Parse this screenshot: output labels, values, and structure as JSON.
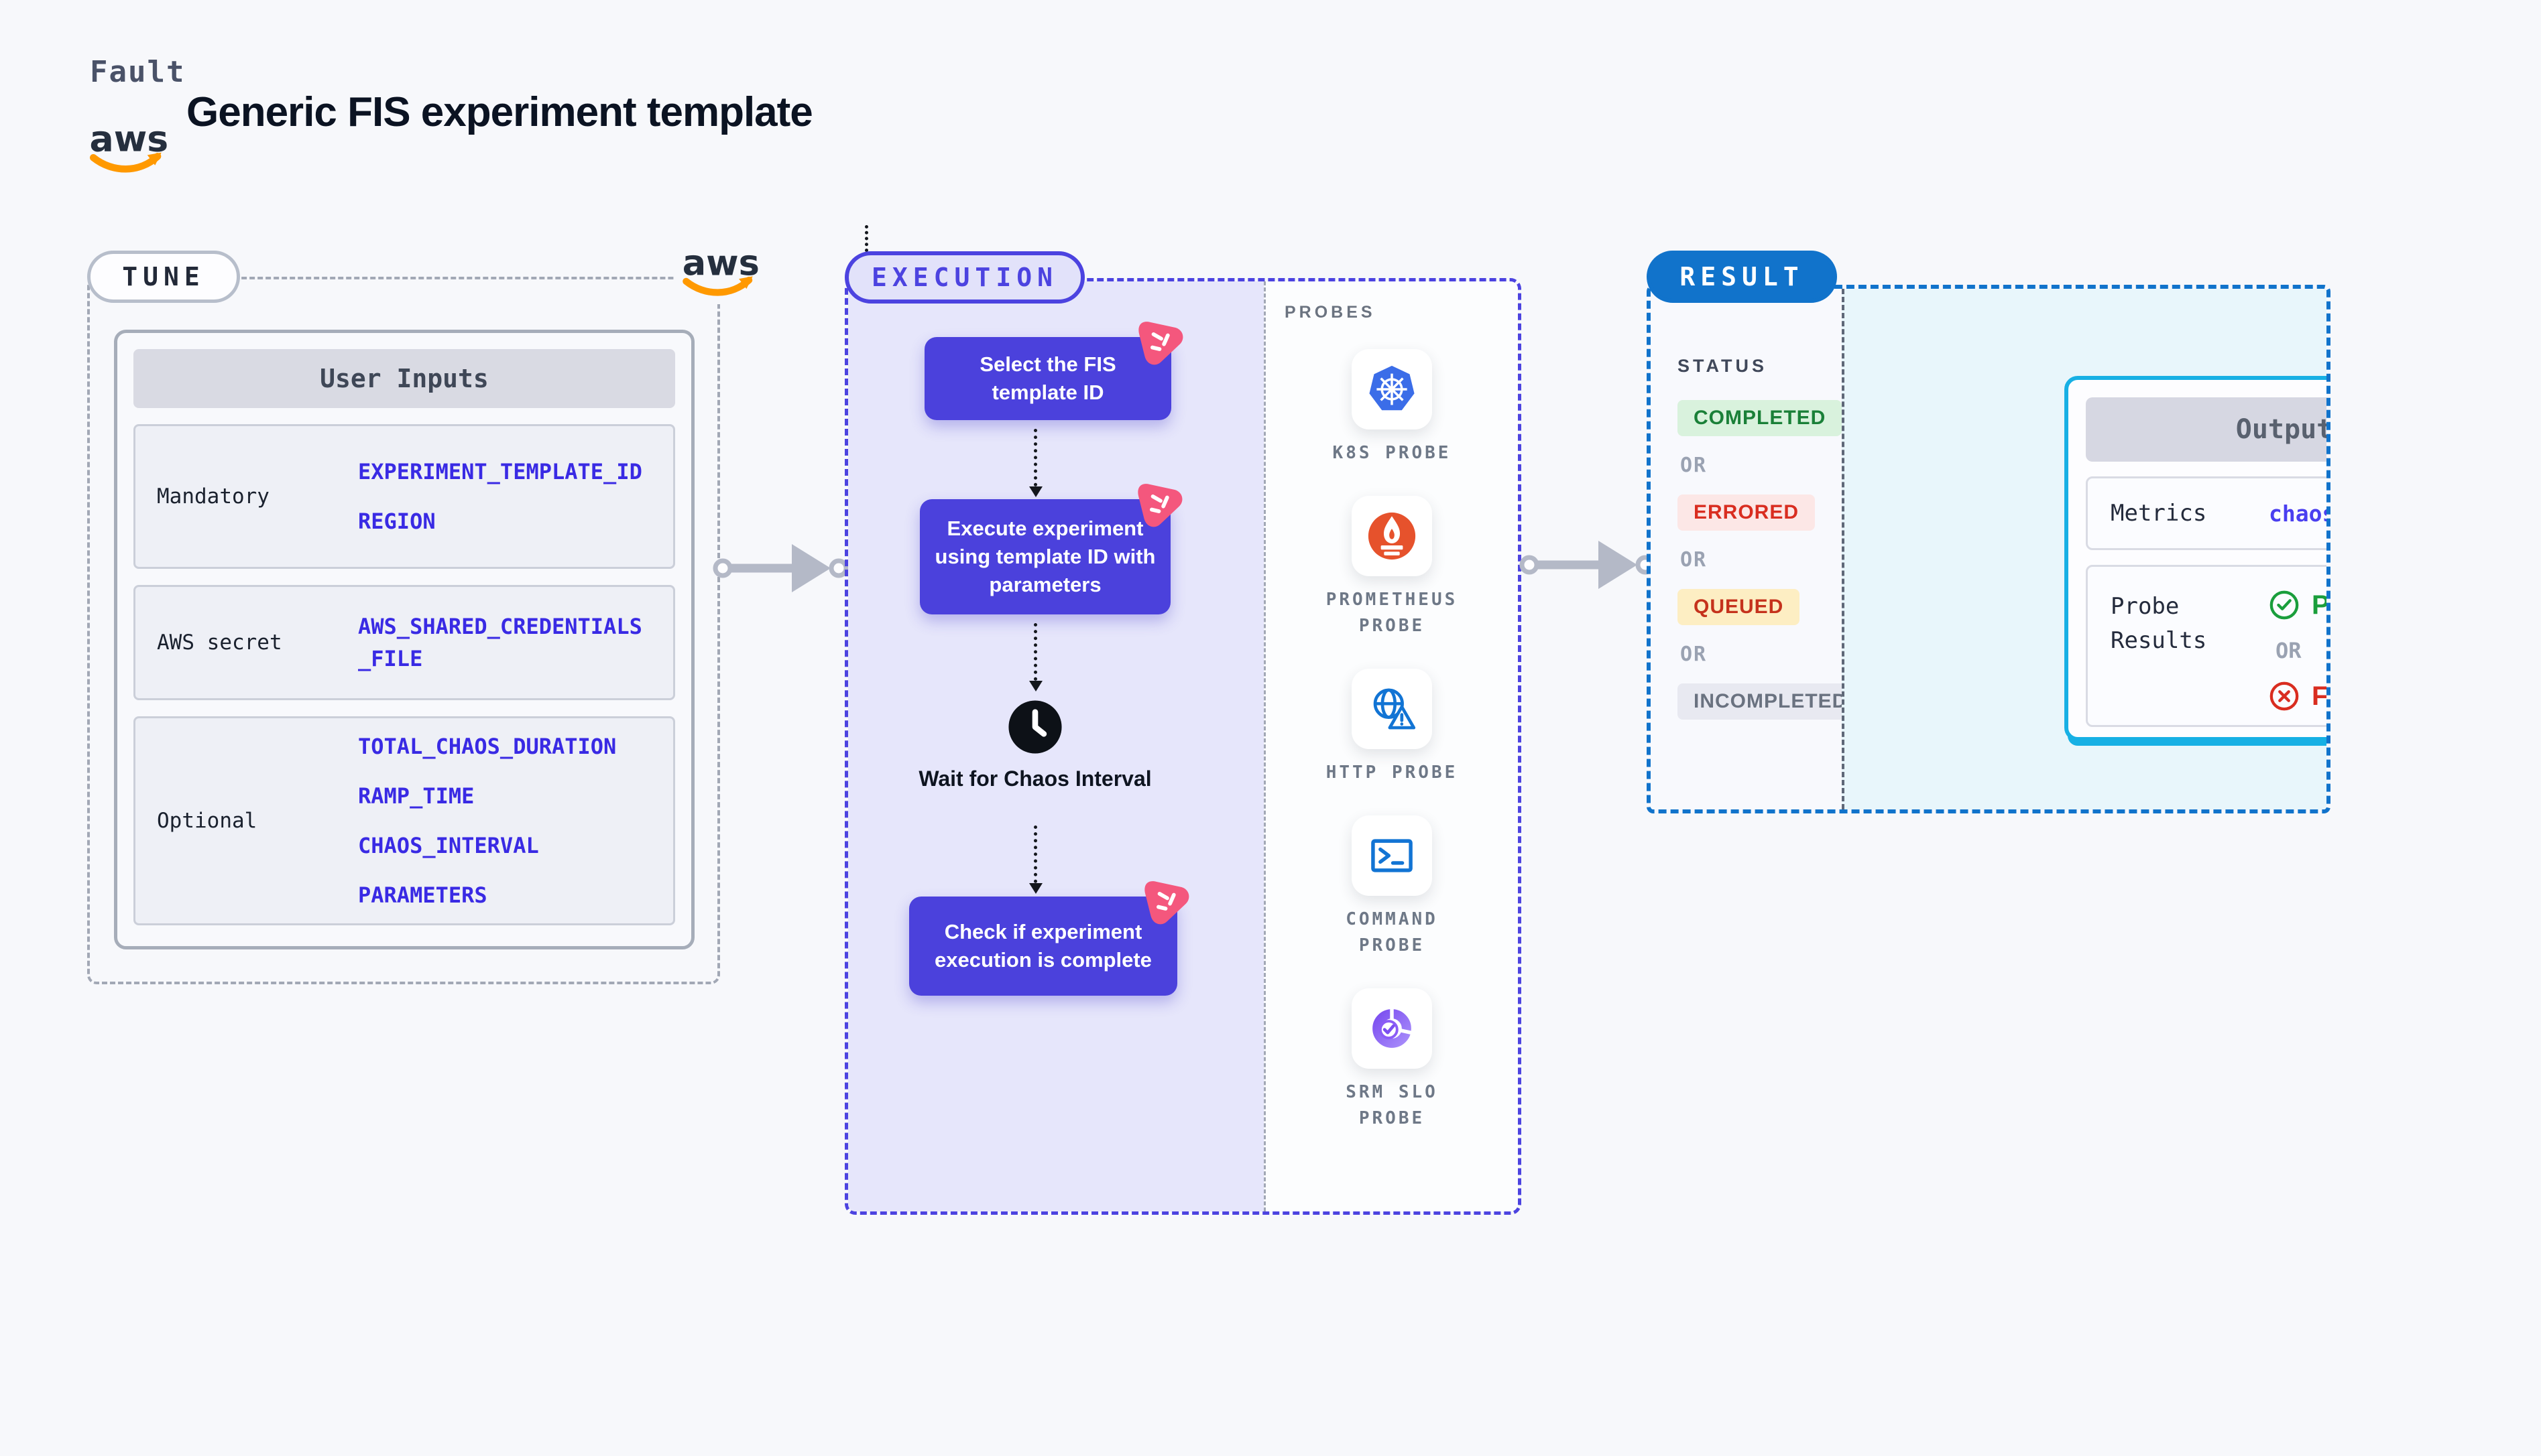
{
  "header": {
    "eyebrow": "Fault",
    "title": "Generic FIS experiment template"
  },
  "aws": {
    "wordmark": "aws"
  },
  "tune": {
    "badge": "TUNE",
    "table": {
      "header": "User Inputs",
      "rows": [
        {
          "label": "Mandatory",
          "values": [
            "EXPERIMENT_TEMPLATE_ID",
            "REGION"
          ]
        },
        {
          "label": "AWS secret",
          "values": [
            "AWS_SHARED_CREDENTIALS",
            "_FILE"
          ]
        },
        {
          "label": "Optional",
          "values": [
            "TOTAL_CHAOS_DURATION",
            "RAMP_TIME",
            "CHAOS_INTERVAL",
            "PARAMETERS"
          ]
        }
      ]
    }
  },
  "execution": {
    "badge": "EXECUTION",
    "steps": {
      "select": "Select the FIS template ID",
      "execute": "Execute experiment using template ID with parameters",
      "wait": "Wait for Chaos Interval",
      "check": "Check if experiment execution is complete"
    },
    "probes": {
      "heading": "PROBES",
      "items": [
        {
          "label": "K8S PROBE",
          "icon": "kubernetes-icon"
        },
        {
          "label": "PROMETHEUS PROBE",
          "icon": "prometheus-icon"
        },
        {
          "label": "HTTP PROBE",
          "icon": "http-globe-icon"
        },
        {
          "label": "COMMAND PROBE",
          "icon": "terminal-icon"
        },
        {
          "label": "SRM SLO PROBE",
          "icon": "slo-donut-icon"
        }
      ]
    }
  },
  "result": {
    "badge": "RESULT",
    "status": {
      "heading": "STATUS",
      "separator": "OR",
      "items": [
        {
          "label": "COMPLETED",
          "fg": "#1a8038",
          "bg": "#d9f2dd"
        },
        {
          "label": "ERRORED",
          "fg": "#d92d20",
          "bg": "#fce7e6"
        },
        {
          "label": "QUEUED",
          "fg": "#c5321c",
          "bg": "#fdeec3"
        },
        {
          "label": "INCOMPLETED",
          "fg": "#6a7280",
          "bg": "#e8e9f1"
        }
      ]
    },
    "output": {
      "header": "Output",
      "metrics_label": "Metrics",
      "metrics_value": "chaos metrics",
      "probe_results_label": "Probe Results",
      "passed": "Passed",
      "or": "OR",
      "failed": "Failed"
    }
  },
  "colors": {
    "page_bg": "#f7f8fb",
    "execution_accent": "#4c43e0",
    "node_bg": "#4b41dc",
    "chaos_pink": "#f4577d",
    "result_accent": "#1173cb",
    "output_border_cyan": "#17b0e4",
    "value_blue": "#392ae4",
    "passed_green": "#1a9e3c",
    "failed_red": "#d92d20",
    "aws_orange": "#ff9900",
    "aws_navy": "#252f3e",
    "kubernetes_blue": "#3b6de8",
    "prometheus_orange": "#e6522c",
    "probe_icon_blue": "#1274d4",
    "slo_purple": "#8b5cf6"
  }
}
